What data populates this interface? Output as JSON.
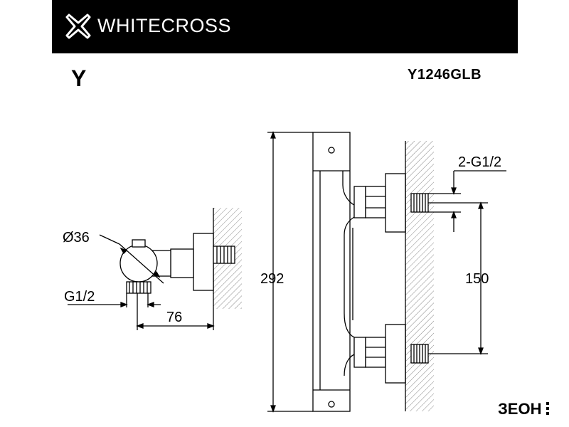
{
  "header": {
    "brand": "WHITECROSS",
    "logo_icon": "cross-x-icon",
    "background": "#000000",
    "text_color": "#ffffff"
  },
  "series_letter": "Y",
  "model_code": "Y1246GLB",
  "dimensions": {
    "body_diameter": "Ø36",
    "inlet_thread": "G1/2",
    "depth": "76",
    "height": "292",
    "connector_thread": "2-G1/2",
    "center_distance": "150"
  },
  "store_mark": {
    "text": "ЗЕОН",
    "icon": "store-logo-icon"
  }
}
